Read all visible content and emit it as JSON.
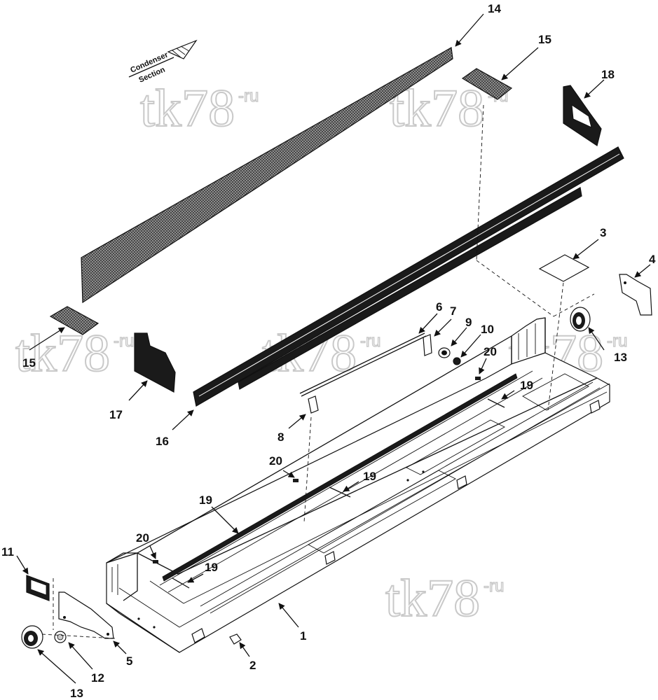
{
  "direction_note": {
    "line1": "Condenser",
    "line2": "Section"
  },
  "watermark": {
    "text": "tk78",
    "suffix": "-ru"
  },
  "callouts": [
    {
      "id": "c1",
      "label": "1"
    },
    {
      "id": "c2",
      "label": "2"
    },
    {
      "id": "c3",
      "label": "3"
    },
    {
      "id": "c4",
      "label": "4"
    },
    {
      "id": "c5",
      "label": "5"
    },
    {
      "id": "c6",
      "label": "6"
    },
    {
      "id": "c7",
      "label": "7"
    },
    {
      "id": "c8",
      "label": "8"
    },
    {
      "id": "c9",
      "label": "9"
    },
    {
      "id": "c10",
      "label": "10"
    },
    {
      "id": "c11",
      "label": "11"
    },
    {
      "id": "c12",
      "label": "12"
    },
    {
      "id": "c13a",
      "label": "13"
    },
    {
      "id": "c13b",
      "label": "13"
    },
    {
      "id": "c14",
      "label": "14"
    },
    {
      "id": "c15a",
      "label": "15"
    },
    {
      "id": "c15b",
      "label": "15"
    },
    {
      "id": "c16",
      "label": "16"
    },
    {
      "id": "c17",
      "label": "17"
    },
    {
      "id": "c18",
      "label": "18"
    },
    {
      "id": "c19a",
      "label": "19"
    },
    {
      "id": "c19b",
      "label": "19"
    },
    {
      "id": "c19c",
      "label": "19"
    },
    {
      "id": "c19d",
      "label": "19"
    },
    {
      "id": "c20a",
      "label": "20"
    },
    {
      "id": "c20b",
      "label": "20"
    },
    {
      "id": "c20c",
      "label": "20"
    }
  ],
  "colors": {
    "ink": "#111111",
    "panel_fill": "#8a8a8a",
    "watermark_stroke": "#c9c9c9"
  }
}
